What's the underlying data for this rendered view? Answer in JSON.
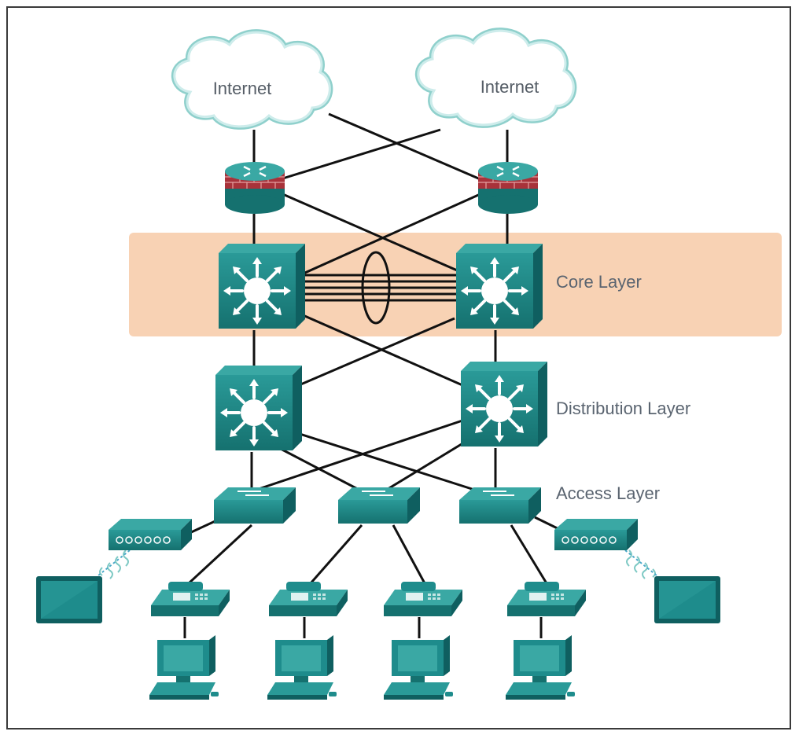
{
  "diagram": {
    "clouds": [
      {
        "id": "internet-left",
        "label": "Internet"
      },
      {
        "id": "internet-right",
        "label": "Internet"
      }
    ],
    "layers": {
      "core": "Core Layer",
      "distribution": "Distribution Layer",
      "access": "Access Layer"
    },
    "devices": {
      "routers": [
        "router-firewall-left",
        "router-firewall-right"
      ],
      "core_switches": [
        "core-switch-left",
        "core-switch-right"
      ],
      "distribution_switches": [
        "distribution-switch-left",
        "distribution-switch-right"
      ],
      "access_switches": [
        "access-switch-1",
        "access-switch-2",
        "access-switch-3"
      ],
      "wireless_access_points": [
        "wireless-ap-left",
        "wireless-ap-right"
      ],
      "tablets": [
        "tablet-left",
        "tablet-right"
      ],
      "ip_phones": [
        "ip-phone-1",
        "ip-phone-2",
        "ip-phone-3",
        "ip-phone-4"
      ],
      "workstations": [
        "pc-1",
        "pc-2",
        "pc-3",
        "pc-4"
      ]
    },
    "colors": {
      "device_teal": "#1e8c8c",
      "device_dark": "#0f5f60",
      "core_band": "#f8d2b4",
      "cloud_outline": "#7ec9c4",
      "firewall_brick": "#a8323a",
      "link": "#111111"
    }
  }
}
